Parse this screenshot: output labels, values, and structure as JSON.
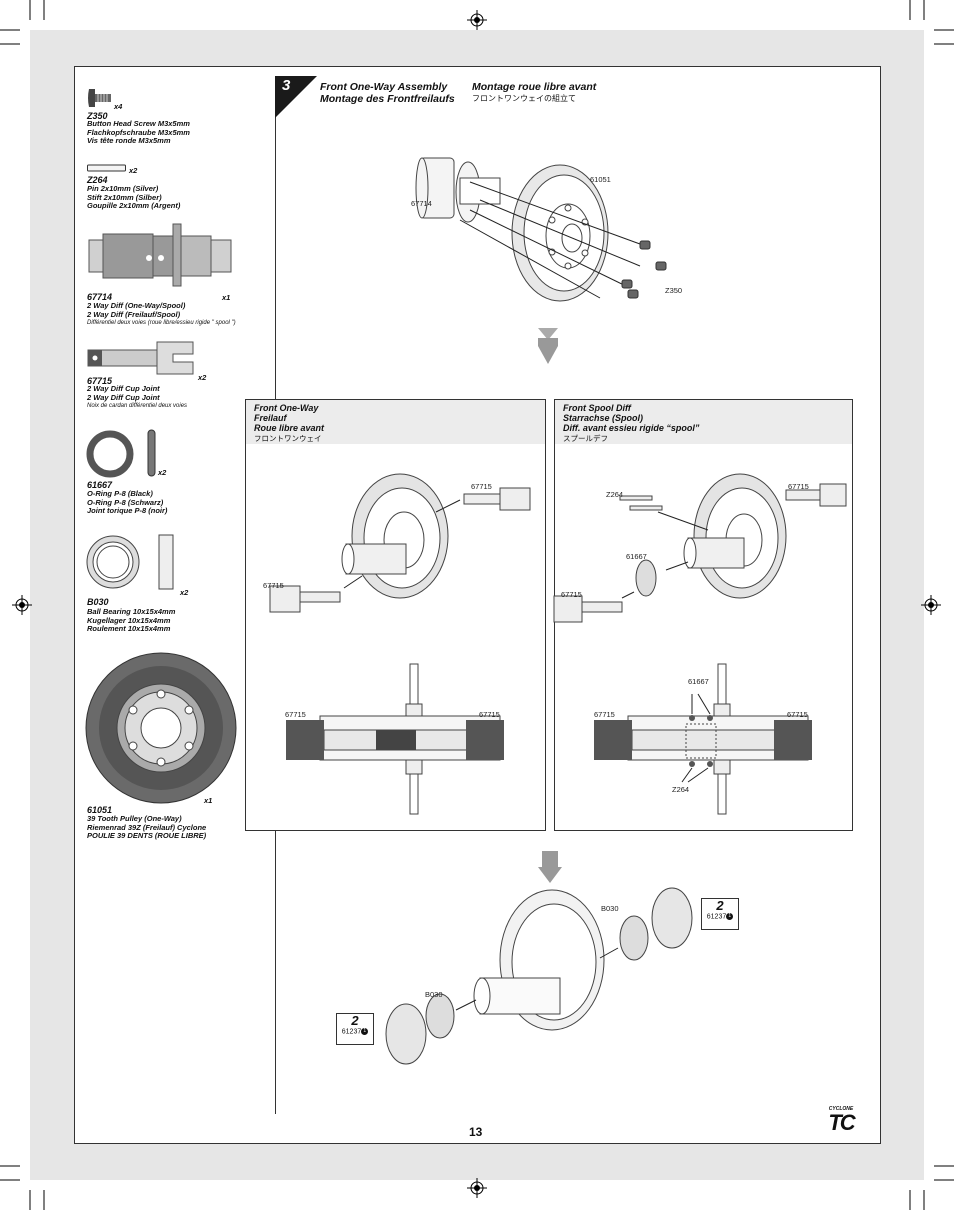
{
  "parts": [
    {
      "code": "Z350",
      "qty": "x4",
      "names": [
        "Button Head Screw M3x5mm",
        "Flachkopfschraube M3x5mm",
        "Vis tête ronde M3x5mm"
      ]
    },
    {
      "code": "Z264",
      "qty": "x2",
      "names": [
        "Pin 2x10mm (Silver)",
        "Stift 2x10mm (Silber)",
        "Goupille 2x10mm (Argent)"
      ]
    },
    {
      "code": "67714",
      "qty": "x1",
      "names": [
        "2 Way Diff (One-Way/Spool)",
        "2 Way Diff (Freilauf/Spool)"
      ],
      "note": "Différentiel deux voies (roue libre/essieu rigide \" spool \")"
    },
    {
      "code": "67715",
      "qty": "x2",
      "names": [
        "2 Way Diff Cup Joint",
        "2 Way Diff Cup Joint"
      ],
      "note": "Noix de cardan différentiel deux voies"
    },
    {
      "code": "61667",
      "qty": "x2",
      "names": [
        "O-Ring P-8 (Black)",
        "O-Ring P-8 (Schwarz)",
        "Joint torique P-8 (noir)"
      ]
    },
    {
      "code": "B030",
      "qty": "x2",
      "names": [
        "Ball Bearing 10x15x4mm",
        "Kugellager 10x15x4mm",
        "Roulement 10x15x4mm"
      ]
    },
    {
      "code": "61051",
      "qty": "x1",
      "names": [
        "39 Tooth Pulley (One-Way)",
        "Riemenrad 39Z (Freilauf) Cyclone",
        "POULIE 39 DENTS (ROUE LIBRE)"
      ]
    }
  ],
  "step": {
    "number": "3",
    "title_en": "Front One-Way Assembly",
    "title_de": "Montage des Frontfreilaufs",
    "title_fr": "Montage roue libre avant",
    "title_jp": "フロントワンウェイの組立て"
  },
  "top_labels": {
    "pulley": "61051",
    "diff": "67714",
    "screw": "Z350"
  },
  "panel_left": {
    "lines": [
      "Front One-Way",
      "Freilauf",
      "Roue libre avant"
    ],
    "jp": "フロントワンウェイ",
    "labels": {
      "cup_top": "67715",
      "cup_bottom": "67715",
      "sec_left": "67715",
      "sec_right": "67715"
    }
  },
  "panel_right": {
    "lines": [
      "Front Spool Diff",
      "Starrachse (Spool)",
      "Diff. avant essieu rigide “spool”"
    ],
    "jp": "スプールデフ",
    "labels": {
      "pin": "Z264",
      "cup_top": "67715",
      "oring": "61667",
      "cup_bottom": "67715",
      "sec_oring": "61667",
      "sec_left": "67715",
      "sec_right": "67715",
      "sec_pin": "Z264"
    }
  },
  "bottom": {
    "bearing_top": "B030",
    "bearing_bottom": "B030",
    "ref_top": {
      "step": "2",
      "code": "61237"
    },
    "ref_bottom": {
      "step": "2",
      "code": "61237"
    },
    "ref_page": "1"
  },
  "page_number": "13",
  "logo": "TC",
  "logo_small": "CYCLONE",
  "colors": {
    "sheet": "#e6e6e6",
    "panel_head": "#ececec",
    "arrow": "#999999",
    "part_dark": "#555555"
  }
}
